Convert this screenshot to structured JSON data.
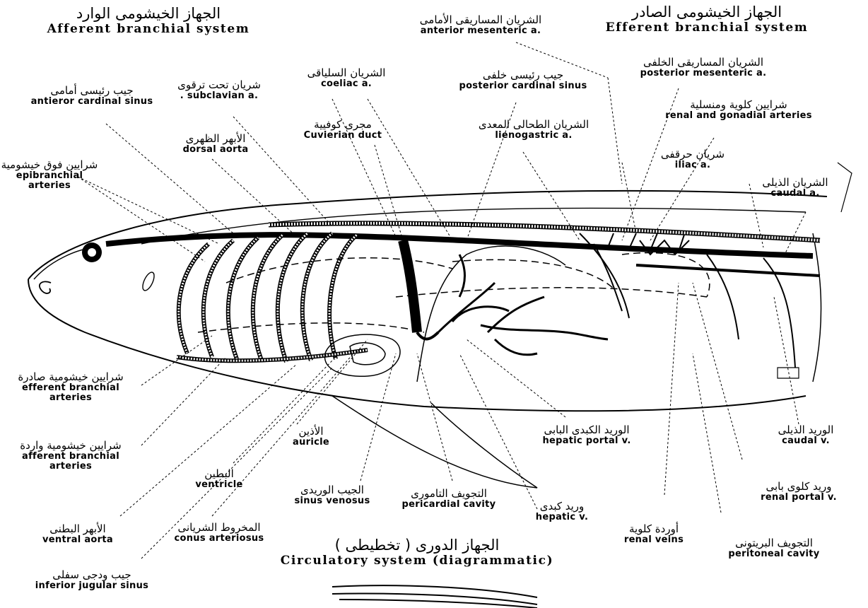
{
  "headers": {
    "afferent": {
      "ar": "الجهاز الخيشومى الوارد",
      "en": "Afferent  branchial  system"
    },
    "efferent": {
      "ar": "الجهاز الخيشومى الصادر",
      "en": "Efferent  branchial  system"
    },
    "circulatory": {
      "ar": "الجهاز الدورى ( تخطيطى )",
      "en": "Circulatory  system  (diagrammatic)"
    }
  },
  "labels": {
    "anterior_mesenteric": {
      "ar": "الشريان المساريقى الأمامى",
      "en": "anterior mesenteric a."
    },
    "anterior_cardinal": {
      "ar": "جيب رئيسى أمامى",
      "en": "antieror cardinal sinus"
    },
    "subclavian": {
      "ar": "شريان تحت ترقوى",
      "en": ". subclavian a."
    },
    "coeliac": {
      "ar": "الشريان السلياقى",
      "en": "coeliac a."
    },
    "posterior_cardinal": {
      "ar": "جيب رئيسى خلفى",
      "en": "posterior cardinal sinus"
    },
    "posterior_mesenteric": {
      "ar": "الشريان المساريقى الخلفى",
      "en": "posterior mesenteric a."
    },
    "renal_gonadial": {
      "ar": "شرايين كلوية ومنسلية",
      "en": "renal and gonadial arteries"
    },
    "dorsal_aorta": {
      "ar": "الأبهر الظهرى",
      "en": "dorsal aorta"
    },
    "cuvierian": {
      "ar": "مجرى كوفيية",
      "en": "Cuvierian duct"
    },
    "lienogastric": {
      "ar": "الشريان الطحالى المعدى",
      "en": "lienogastric a."
    },
    "iliac": {
      "ar": "شريان حرقفى",
      "en": "iliac a."
    },
    "caudal_a": {
      "ar": "الشريان الذيلى",
      "en": "caudal a."
    },
    "epibranchial": {
      "ar": "شرايين فوق خيشومية",
      "en": "epibranchial arteries"
    },
    "efferent_arteries": {
      "ar": "شرايين خيشومية صادرة",
      "en": "efferent branchial arteries"
    },
    "afferent_arteries": {
      "ar": "شرايين خيشومية واردة",
      "en": "afferent branchial arteries"
    },
    "ventral_aorta": {
      "ar": "الأبهر البطنى",
      "en": "ventral aorta"
    },
    "inferior_jugular": {
      "ar": "جيب ودجى سفلى",
      "en": "inferior jugular sinus"
    },
    "auricle": {
      "ar": "الأذين",
      "en": "auricle"
    },
    "ventricle": {
      "ar": "البطين",
      "en": "ventricle"
    },
    "conus": {
      "ar": "المخروط الشريانى",
      "en": "conus arteriosus"
    },
    "sinus_venosus": {
      "ar": "الجيب الوريدى",
      "en": "sinus venosus"
    },
    "pericardial": {
      "ar": "التجويف التامورى",
      "en": "pericardial cavity"
    },
    "hepatic_v": {
      "ar": "وريد كبدى",
      "en": "hepatic v."
    },
    "hepatic_portal": {
      "ar": "الوريد الكبدى البابى",
      "en": "hepatic portal v."
    },
    "renal_veins": {
      "ar": "أوردة كلوية",
      "en": "renal veins"
    },
    "renal_portal": {
      "ar": "وريد كلوى بابى",
      "en": "renal portal v."
    },
    "peritoneal": {
      "ar": "التجويف البريتونى",
      "en": "peritoneal cavity"
    },
    "caudal_v": {
      "ar": "الوريد الذيلى",
      "en": "caudal v."
    }
  }
}
